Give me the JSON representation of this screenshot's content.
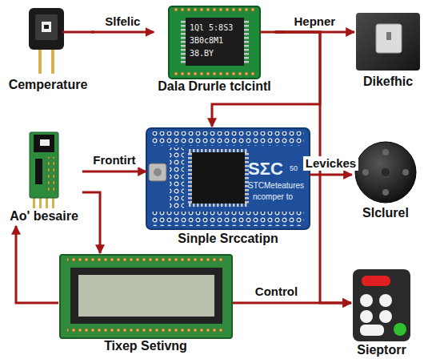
{
  "diagram": {
    "nodes": [
      {
        "text": [
          "Cemperature"
        ]
      },
      {
        "text": [
          "Dala Drurle tclcintl"
        ]
      },
      {
        "text": [
          "Dikefhic"
        ]
      },
      {
        "text": [
          "Ao' besaire"
        ]
      },
      {
        "text": [
          "Sinple Srccatipn"
        ]
      },
      {
        "text": [
          "Slclurel"
        ]
      },
      {
        "text": [
          "Tixep Setivng"
        ]
      },
      {
        "text": [
          "Sieptorr"
        ]
      }
    ],
    "edges": [
      {
        "from": 0,
        "to": 1,
        "label": "Slfelic",
        "arrow": "to"
      },
      {
        "from": 1,
        "to": 2,
        "label": "Hepner",
        "arrow": "to"
      },
      {
        "from": 1,
        "to": 4,
        "arrow": "to"
      },
      {
        "from": 4,
        "to": 5,
        "label": "Levickes",
        "arrow": "to"
      },
      {
        "from": 3,
        "to": 4,
        "label": "Frontirt",
        "arrow": "to"
      },
      {
        "from": 3,
        "to": 6,
        "arrow": "to"
      },
      {
        "from": 6,
        "to": 3,
        "arrow": "to"
      },
      {
        "from": 6,
        "to": 7,
        "label": "Control",
        "arrow": "to"
      },
      {
        "from": 1,
        "to": 7,
        "arrow": "to"
      }
    ],
    "labels": [
      "1Ql 5:8S3",
      "3B0c8M1",
      "38.BY",
      "SΣC",
      "50",
      "STCMeteatures",
      "ncomper to"
    ]
  }
}
